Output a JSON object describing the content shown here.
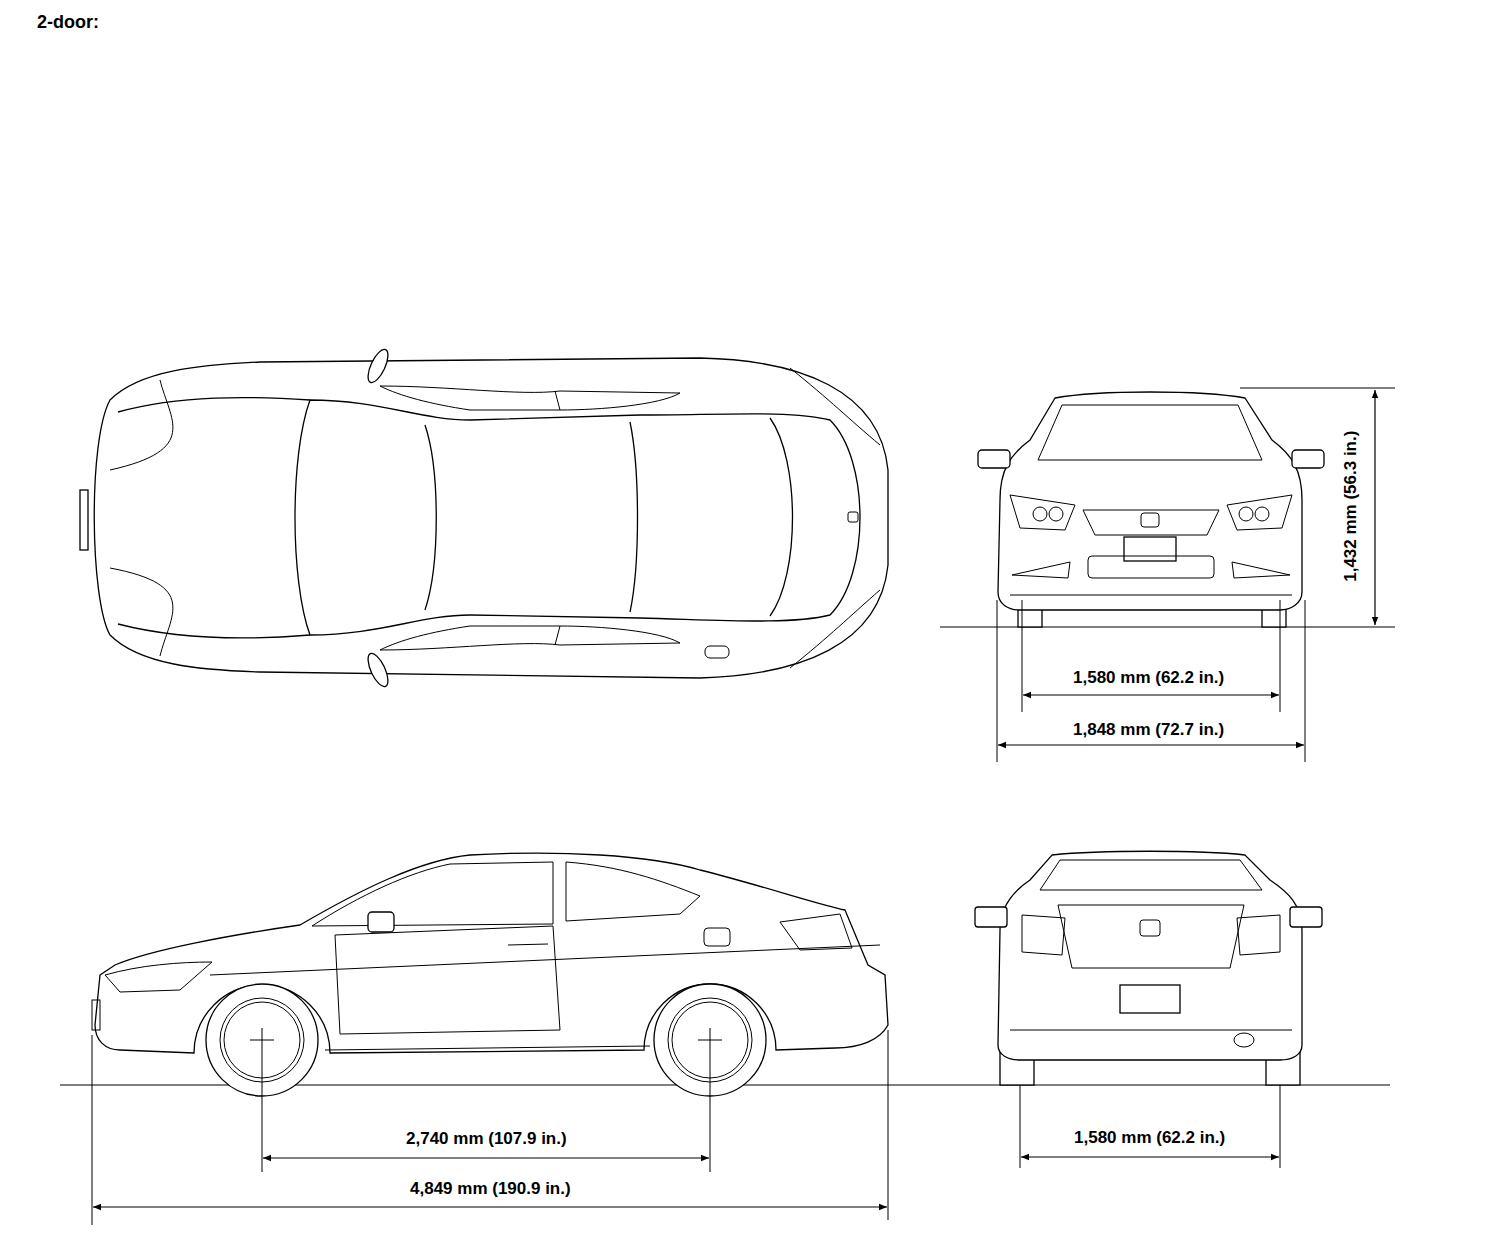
{
  "diagram": {
    "title": "2-door:",
    "labels": [
      "1,432 mm (56.3 in.)",
      "1,580 mm (62.2 in.)",
      "1,848 mm (72.7 in.)",
      "2,740 mm (107.9 in.)",
      "4,849 mm (190.9 in.)",
      "1,580 mm (62.2 in.)"
    ]
  }
}
